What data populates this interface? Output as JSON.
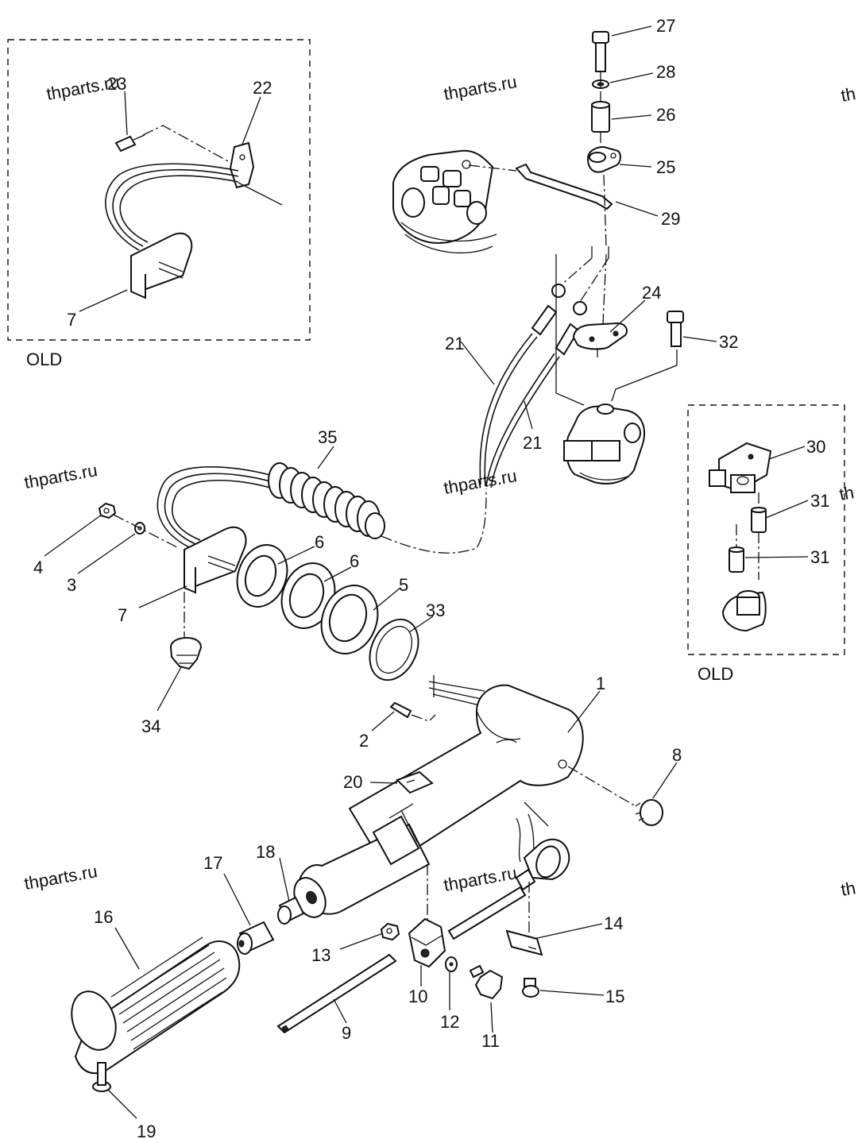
{
  "watermarks": [
    "thparts.ru",
    "thparts.ru",
    "thparts.ru",
    "thparts.ru",
    "thparts.ru",
    "th",
    "th",
    "th"
  ],
  "boxes": {
    "old_left": "OLD",
    "old_right": "OLD"
  },
  "labels": {
    "p1": "1",
    "p2": "2",
    "p3": "3",
    "p4": "4",
    "p5": "5",
    "p6a": "6",
    "p6b": "6",
    "p7a": "7",
    "p7b": "7",
    "p8": "8",
    "p9": "9",
    "p10": "10",
    "p11": "11",
    "p12": "12",
    "p13": "13",
    "p14": "14",
    "p15": "15",
    "p16": "16",
    "p17": "17",
    "p18": "18",
    "p19": "19",
    "p20": "20",
    "p21a": "21",
    "p21b": "21",
    "p22": "22",
    "p23": "23",
    "p24": "24",
    "p25": "25",
    "p26": "26",
    "p27": "27",
    "p28": "28",
    "p29": "29",
    "p30": "30",
    "p31a": "31",
    "p31b": "31",
    "p32": "32",
    "p33": "33",
    "p34": "34",
    "p35": "35"
  }
}
